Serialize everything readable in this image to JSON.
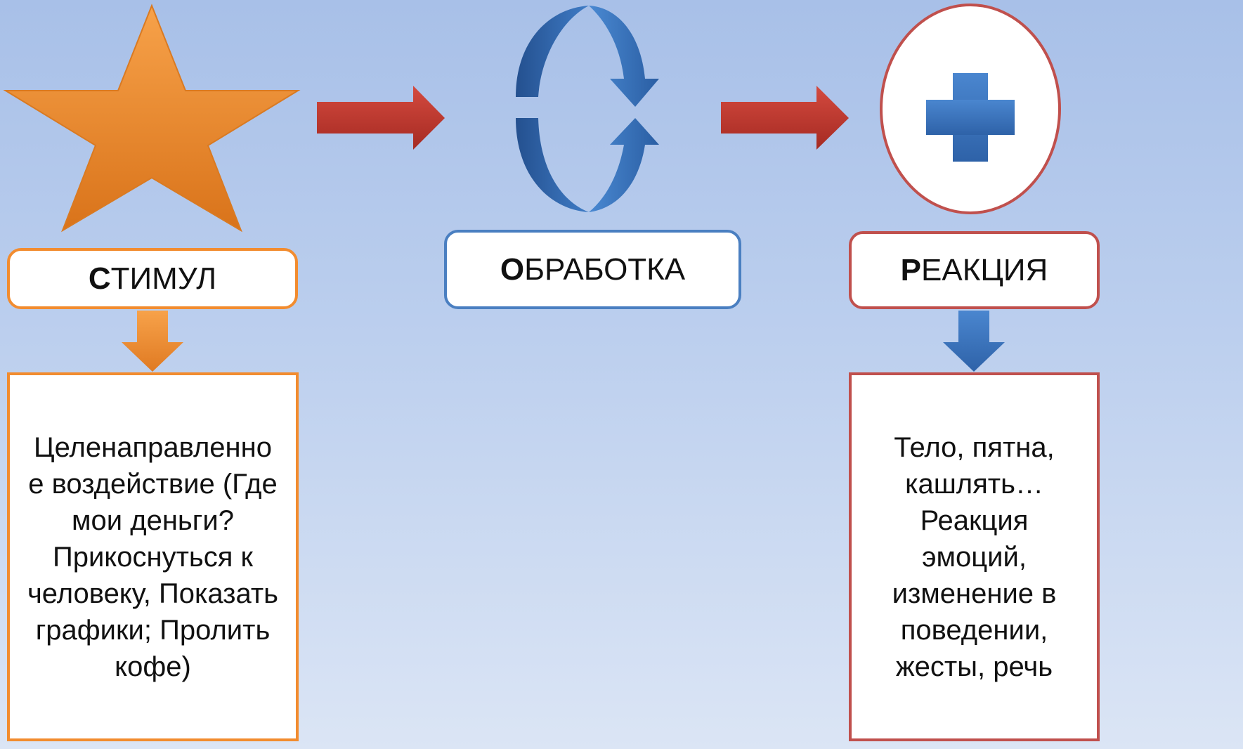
{
  "stages": [
    {
      "id": "stimul",
      "label_first": "С",
      "label_rest": "ТИМУЛ",
      "icon": "star-icon",
      "color": "#f28c2f",
      "description": "Целенаправленно\nе воздействие (Где\nмои деньги?\nПрикоснуться к\nчеловеку, Показать\nграфики; Пролить\nкофе)"
    },
    {
      "id": "obrabotka",
      "label_first": "О",
      "label_rest": "БРАБОТКА",
      "icon": "cycle-arrows-icon",
      "color": "#4a7fc1"
    },
    {
      "id": "reakciya",
      "label_first": "Р",
      "label_rest": "ЕАКЦИЯ",
      "icon": "plus-circle-icon",
      "color": "#c0504d",
      "description": "Тело, пятна,\nкашлять…\nРеакция\nэмоций,\nизменение в\nповедении,\nжесты, речь"
    }
  ],
  "colors": {
    "connector_arrow": "#c0392b",
    "plus": "#3b78c4",
    "background_top": "#a8c0e8",
    "background_bottom": "#dbe5f5"
  }
}
